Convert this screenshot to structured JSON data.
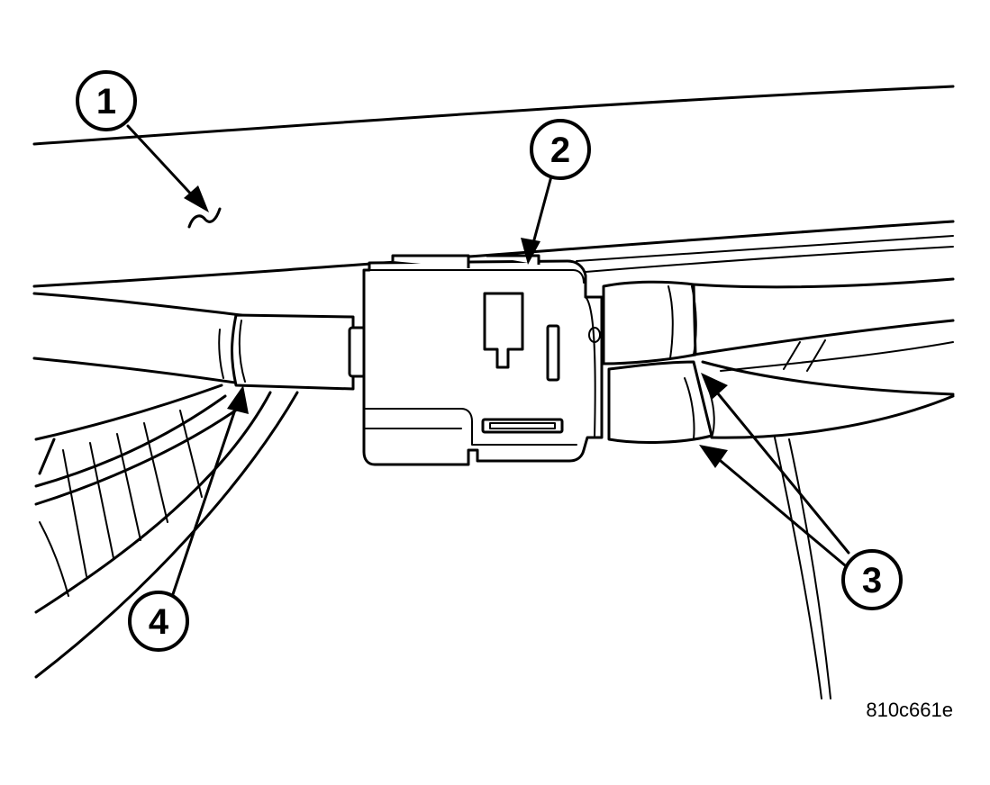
{
  "figure_id": "810c661e",
  "callouts": [
    {
      "number": "1"
    },
    {
      "number": "2"
    },
    {
      "number": "3"
    },
    {
      "number": "4"
    }
  ],
  "colors": {
    "ink": "#000000",
    "paper": "#ffffff"
  }
}
